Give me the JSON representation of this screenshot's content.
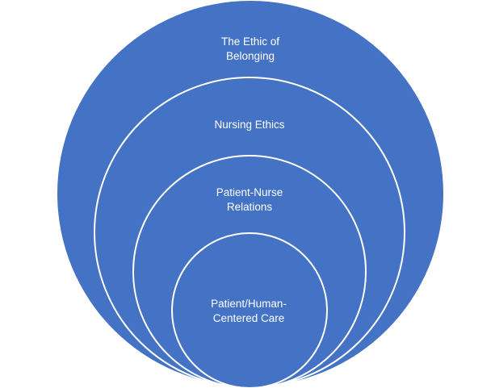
{
  "diagram": {
    "type": "nested-circles",
    "fill_color": "#4472C4",
    "stroke_color": "#FFFFFF",
    "layers": [
      {
        "id": "outer",
        "lines": [
          "The Ethic of",
          "Belonging"
        ]
      },
      {
        "id": "second",
        "lines": [
          "Nursing Ethics"
        ]
      },
      {
        "id": "third",
        "lines": [
          "Patient-Nurse",
          "Relations"
        ]
      },
      {
        "id": "inner",
        "lines": [
          "Patient/Human-",
          "Centered Care"
        ]
      }
    ]
  }
}
